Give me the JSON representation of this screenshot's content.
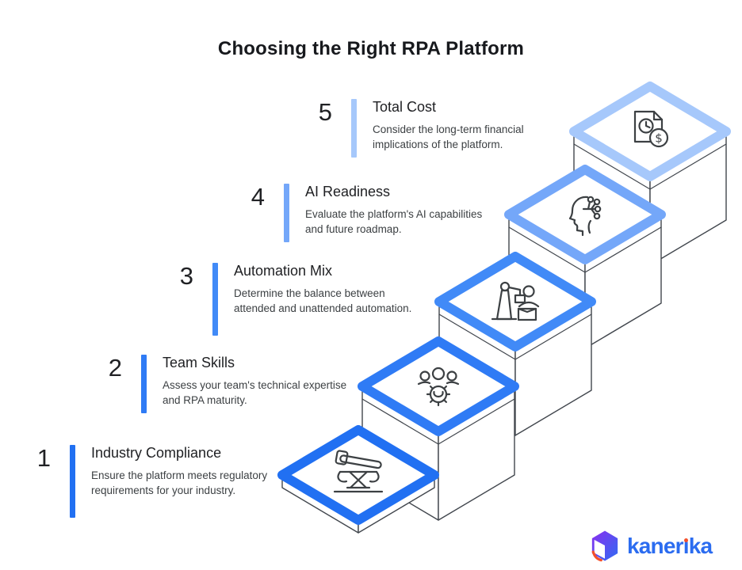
{
  "title": "Choosing the Right RPA Platform",
  "steps": [
    {
      "number": "1",
      "title": "Industry Compliance",
      "description": "Ensure the platform meets regulatory requirements for your industry.",
      "accent": "#2170f2",
      "icon": "gavel-compliance-icon"
    },
    {
      "number": "2",
      "title": "Team Skills",
      "description": "Assess your team's technical expertise and RPA maturity.",
      "accent": "#2f7bf5",
      "icon": "team-gear-icon"
    },
    {
      "number": "3",
      "title": "Automation Mix",
      "description": "Determine the balance between attended and unattended automation.",
      "accent": "#418af7",
      "icon": "robot-arm-icon"
    },
    {
      "number": "4",
      "title": "AI Readiness",
      "description": "Evaluate the platform's AI capabilities and future roadmap.",
      "accent": "#74a7f9",
      "icon": "ai-head-icon"
    },
    {
      "number": "5",
      "title": "Total Cost",
      "description": "Consider the long-term financial implications of the platform.",
      "accent": "#a6c8fb",
      "icon": "cost-invoice-icon"
    }
  ],
  "logo": {
    "name": "kanerika",
    "part1": "kaner",
    "part2": "ı",
    "part3": "ka",
    "text_color": "#2b6cf0",
    "dot_color": "#f4512c"
  },
  "colors": {
    "background": "#ffffff",
    "outline": "#41464d",
    "text_primary": "#202124",
    "text_secondary": "#3c4043"
  }
}
